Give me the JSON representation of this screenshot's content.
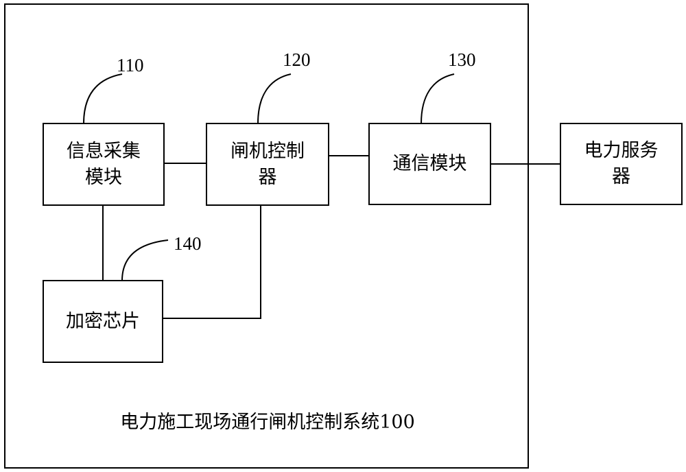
{
  "system": {
    "caption": "电力施工现场通行闸机控制系统100"
  },
  "modules": {
    "info_collection": {
      "ref": "110",
      "line1": "信息采集",
      "line2": "模块"
    },
    "gate_controller": {
      "ref": "120",
      "line1": "闸机控制",
      "line2": "器"
    },
    "comm_module": {
      "ref": "130",
      "label": "通信模块"
    },
    "encryption_chip": {
      "ref": "140",
      "label": "加密芯片"
    }
  },
  "external": {
    "power_server": {
      "line1": "电力服务",
      "line2": "器"
    }
  }
}
